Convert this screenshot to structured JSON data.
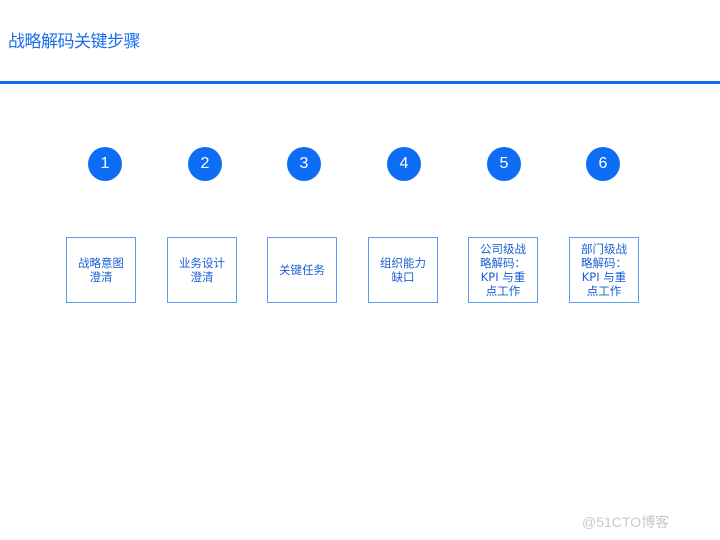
{
  "header": {
    "title": "战略解码关键步骤"
  },
  "accent_color": "#0d6ef5",
  "steps": [
    {
      "number": "1",
      "label": "战略意图澄清"
    },
    {
      "number": "2",
      "label": "业务设计澄清"
    },
    {
      "number": "3",
      "label": "关键任务"
    },
    {
      "number": "4",
      "label": "组织能力缺口"
    },
    {
      "number": "5",
      "label": "公司级战略解码：KPI 与重点工作"
    },
    {
      "number": "6",
      "label": "部门级战略解码：KPI 与重点工作"
    }
  ],
  "watermark": "@51CTO博客"
}
